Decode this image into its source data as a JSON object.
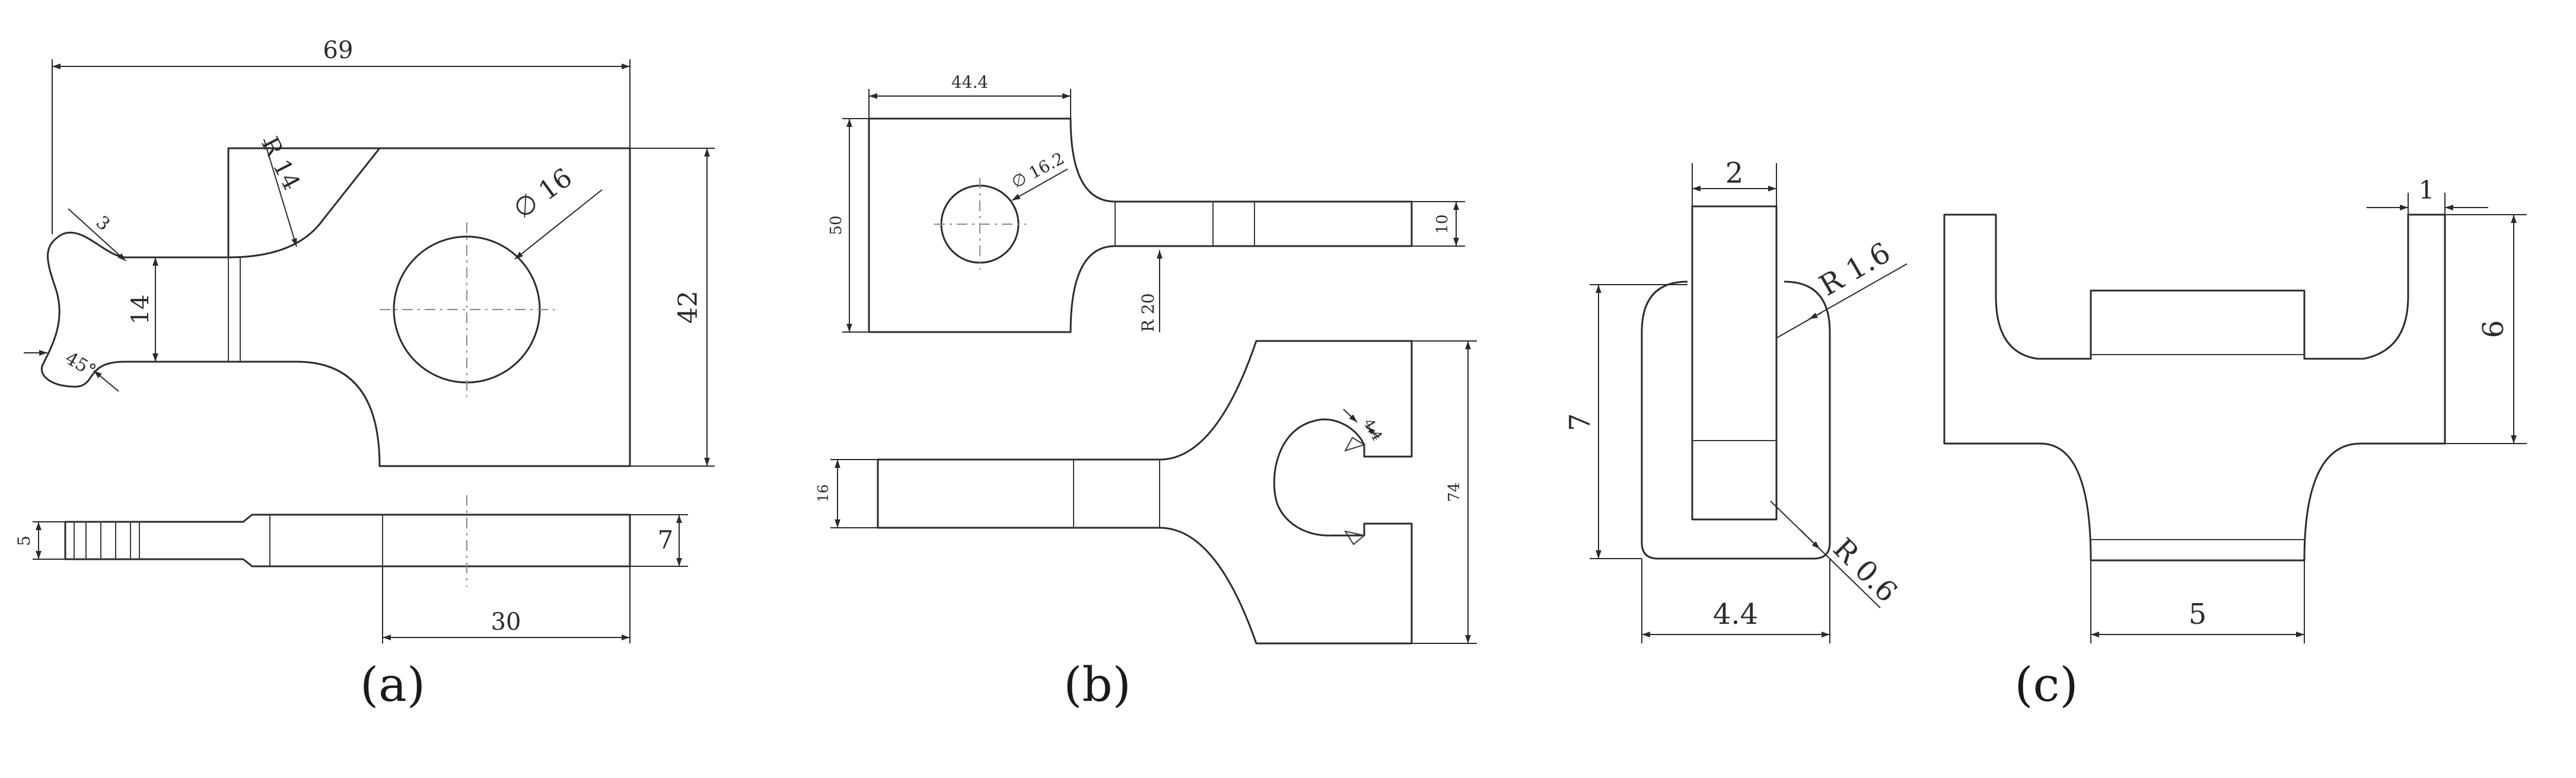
{
  "figures": {
    "a": {
      "caption": "(a)",
      "dims": {
        "overall_length": "69",
        "fillet_radius": "R 14",
        "hole_diameter": "∅ 16",
        "width": "42",
        "neck": "14",
        "chamfer_top": "3",
        "chamfer_bottom": "45°",
        "side_thickness": "5",
        "side_height": "7",
        "side_length": "30"
      }
    },
    "b": {
      "caption": "(b)",
      "dims": {
        "top_width": "44.4",
        "hole_diameter": "∅ 16.2",
        "top_height": "50",
        "top_neck": "10",
        "fillet_radius": "R 20",
        "notch": "4.4",
        "bottom_neck": "16",
        "bottom_height": "74"
      }
    },
    "c": {
      "caption": "(c)",
      "dims": {
        "top_width": "2",
        "fillet_radius": "R 1.6",
        "height": "7",
        "corner_radius": "R 0.6",
        "base_width": "4.4",
        "arm_width": "1",
        "arm_height": "6",
        "body_width": "5"
      }
    }
  }
}
